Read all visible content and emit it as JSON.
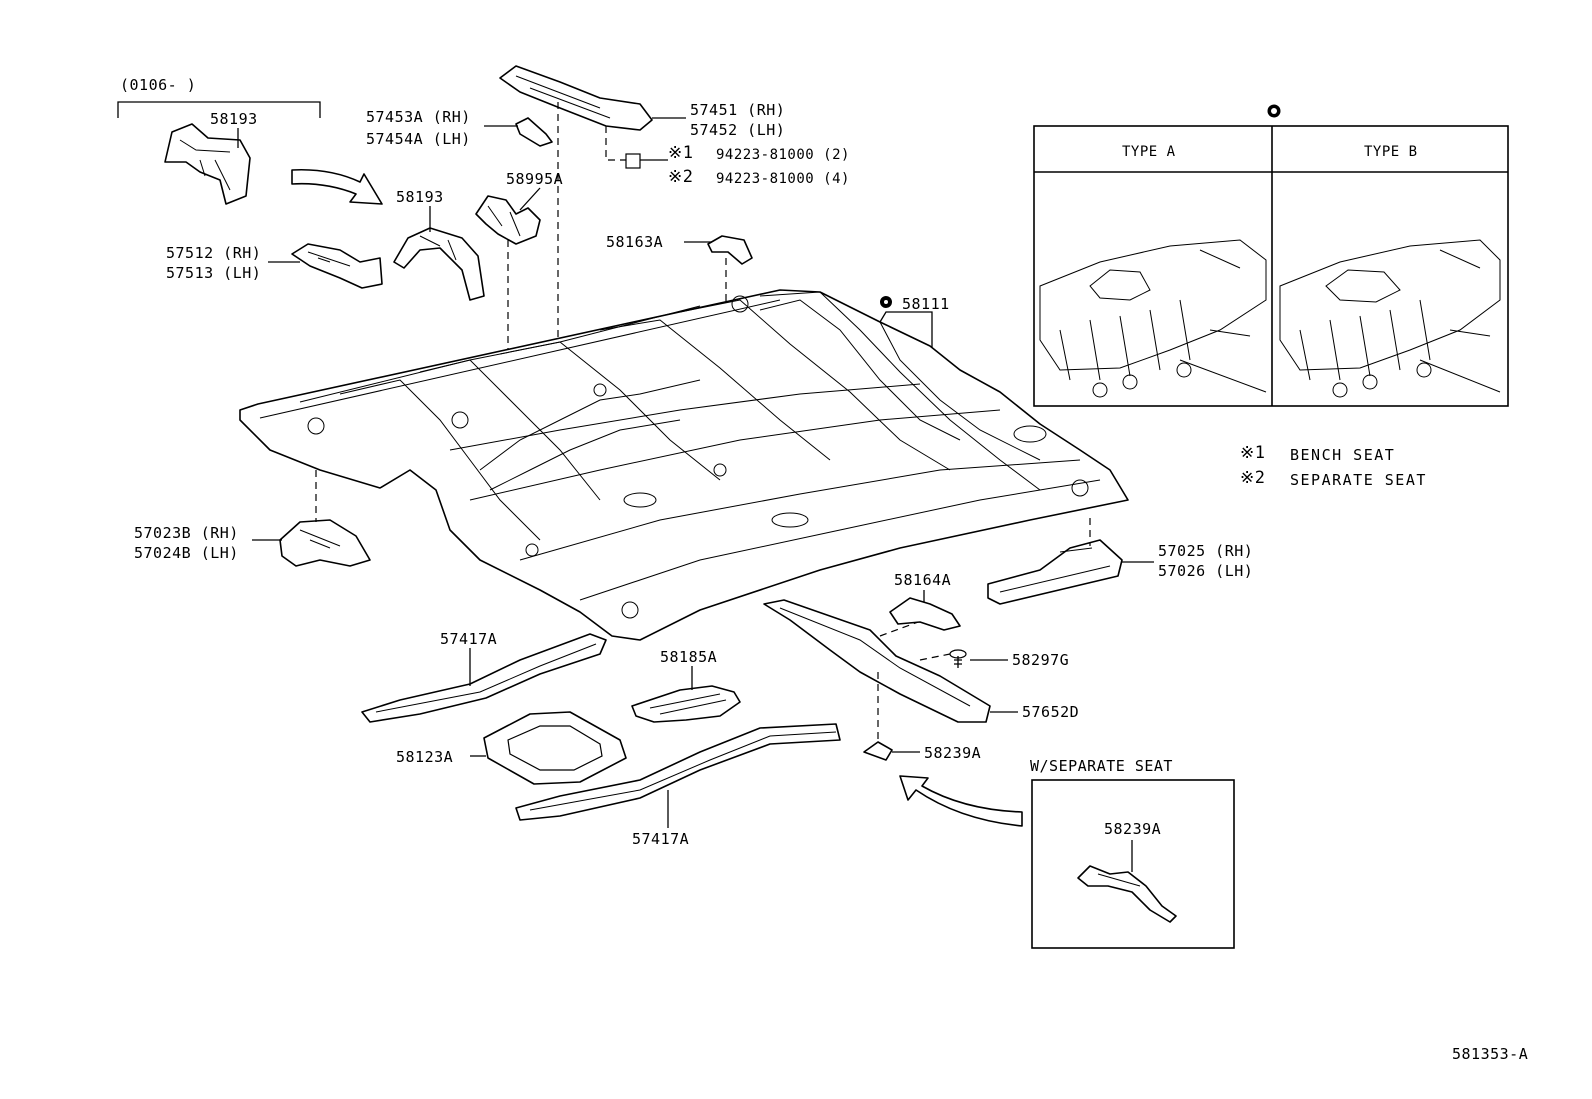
{
  "range_label": "(0106-          )",
  "parts": {
    "p58193_top": "58193",
    "p58193": "58193",
    "p57453A": "57453A (RH)",
    "p57454A": "57454A (LH)",
    "p57451": "57451 (RH)",
    "p57452": "57452 (LH)",
    "note1_mark": "※1",
    "note1_part": "94223-81000 (2)",
    "note2_mark": "※2",
    "note2_part": "94223-81000 (4)",
    "p58995A": "58995A",
    "p58163A": "58163A",
    "p57512": "57512 (RH)",
    "p57513": "57513 (LH)",
    "p58111": "58111",
    "p57023B": "57023B (RH)",
    "p57024B": "57024B (LH)",
    "p57025": "57025 (RH)",
    "p57026": "57026 (LH)",
    "p58164A": "58164A",
    "p58297G": "58297G",
    "p57417A_top": "57417A",
    "p58185A": "58185A",
    "p57652D": "57652D",
    "p58123A": "58123A",
    "p58239A": "58239A",
    "p57417A_bot": "57417A",
    "p58239A_inset": "58239A"
  },
  "type_table": {
    "type_a": "TYPE A",
    "type_b": "TYPE B"
  },
  "legend": {
    "n1_mark": "※1",
    "n1_text": "BENCH SEAT",
    "n2_mark": "※2",
    "n2_text": "SEPARATE SEAT"
  },
  "inset_title": "W/SEPARATE SEAT",
  "figure_code": "581353-A"
}
